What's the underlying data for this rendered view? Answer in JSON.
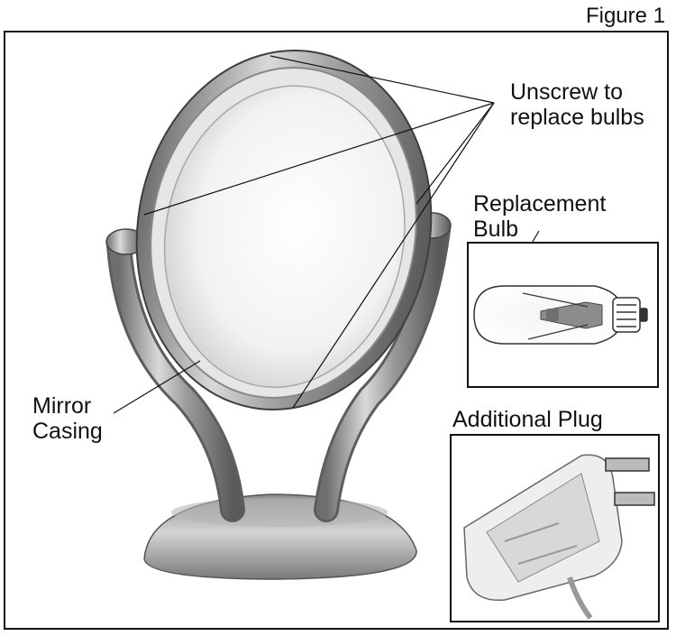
{
  "figure_title": "Figure 1",
  "labels": {
    "unscrew": {
      "line1": "Unscrew to",
      "line2": "replace bulbs"
    },
    "replacement_bulb": {
      "line1": "Replacement",
      "line2": "Bulb"
    },
    "mirror_casing": {
      "line1": "Mirror",
      "line2": "Casing"
    },
    "additional_plug": "Additional Plug"
  }
}
